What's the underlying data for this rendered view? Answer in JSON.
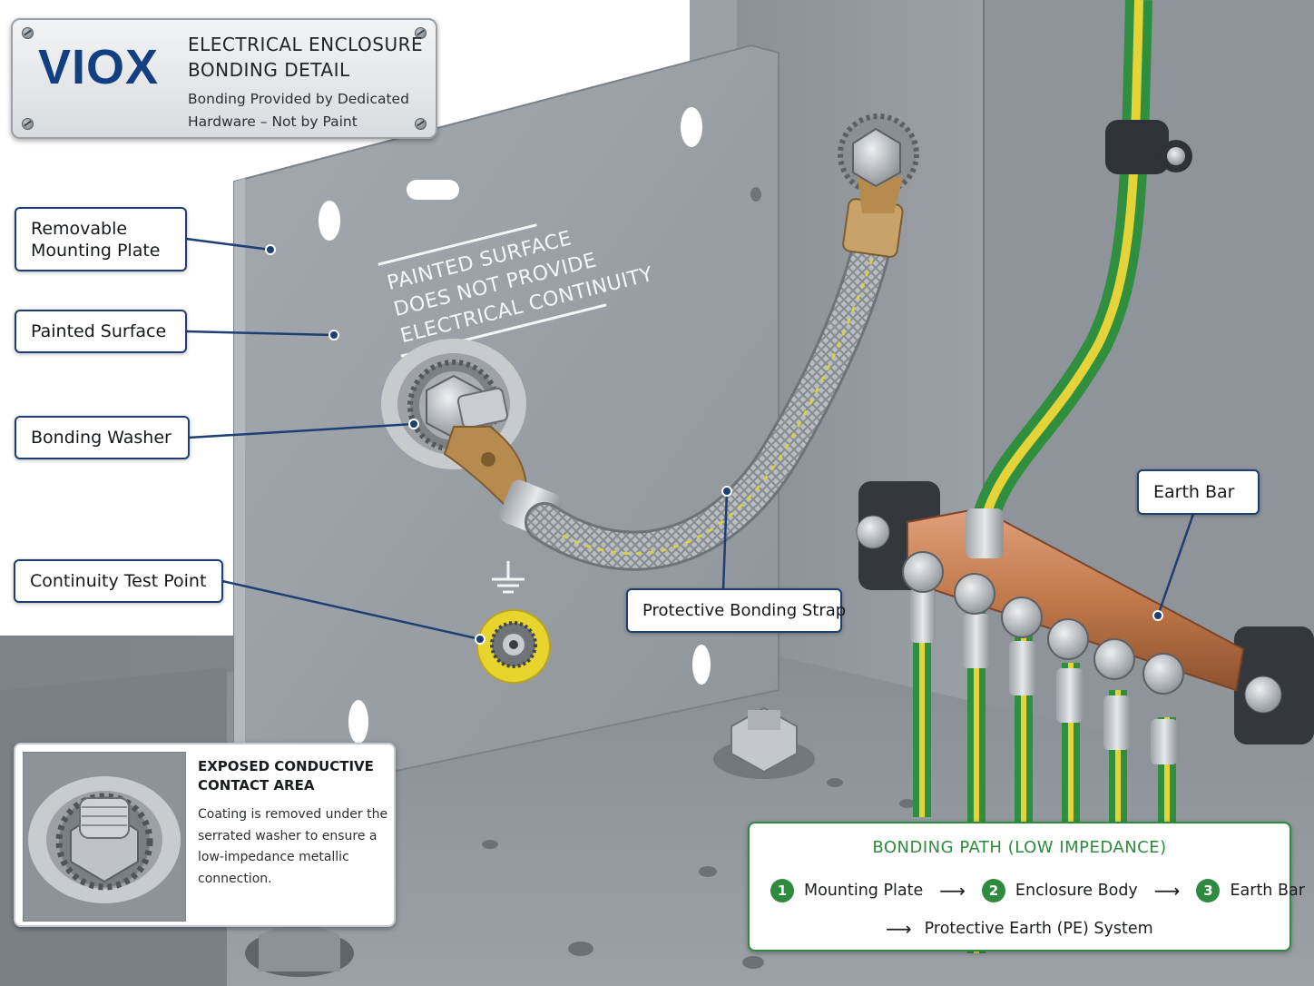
{
  "brand": {
    "logo": "VIOX",
    "title_lines": [
      "ELECTRICAL ENCLOSURE",
      "BONDING DETAIL"
    ],
    "subtitle_lines": [
      "Bonding Provided by Dedicated",
      "Hardware – Not by Paint"
    ]
  },
  "plate_warning": {
    "lines": [
      "PAINTED SURFACE",
      "DOES NOT PROVIDE",
      "ELECTRICAL CONTINUITY"
    ]
  },
  "callouts": {
    "mounting_plate": "Removable\nMounting Plate",
    "painted_surface": "Painted Surface",
    "bonding_washer": "Bonding Washer",
    "continuity_test_point": "Continuity Test Point",
    "protective_bonding_strap": "Protective Bonding Strap",
    "earth_bar": "Earth Bar"
  },
  "inset": {
    "title": "EXPOSED CONDUCTIVE\nCONTACT AREA",
    "body": "Coating is removed under the serrated washer to ensure a low-impedance metallic connection."
  },
  "bonding_path": {
    "title": "BONDING PATH (LOW IMPEDANCE)",
    "steps": [
      {
        "num": "1",
        "label": "Mounting Plate"
      },
      {
        "num": "2",
        "label": "Enclosure Body"
      },
      {
        "num": "3",
        "label": "Earth Bar"
      }
    ],
    "final": "Protective Earth (PE) System",
    "arrow": "⟶"
  },
  "colors": {
    "enclosure_gray": "#8f959b",
    "plate_gray": "#989ea4",
    "callout_border": "#1d3f73",
    "copper": "#c0794a",
    "earth_green": "#2f8f3e",
    "earth_yellow": "#e4d43a",
    "path_green": "#2e8a3e",
    "logo_blue": "#123f82"
  },
  "icons": [
    "earth-ground-icon",
    "screw-icon",
    "arrow-right-icon"
  ]
}
